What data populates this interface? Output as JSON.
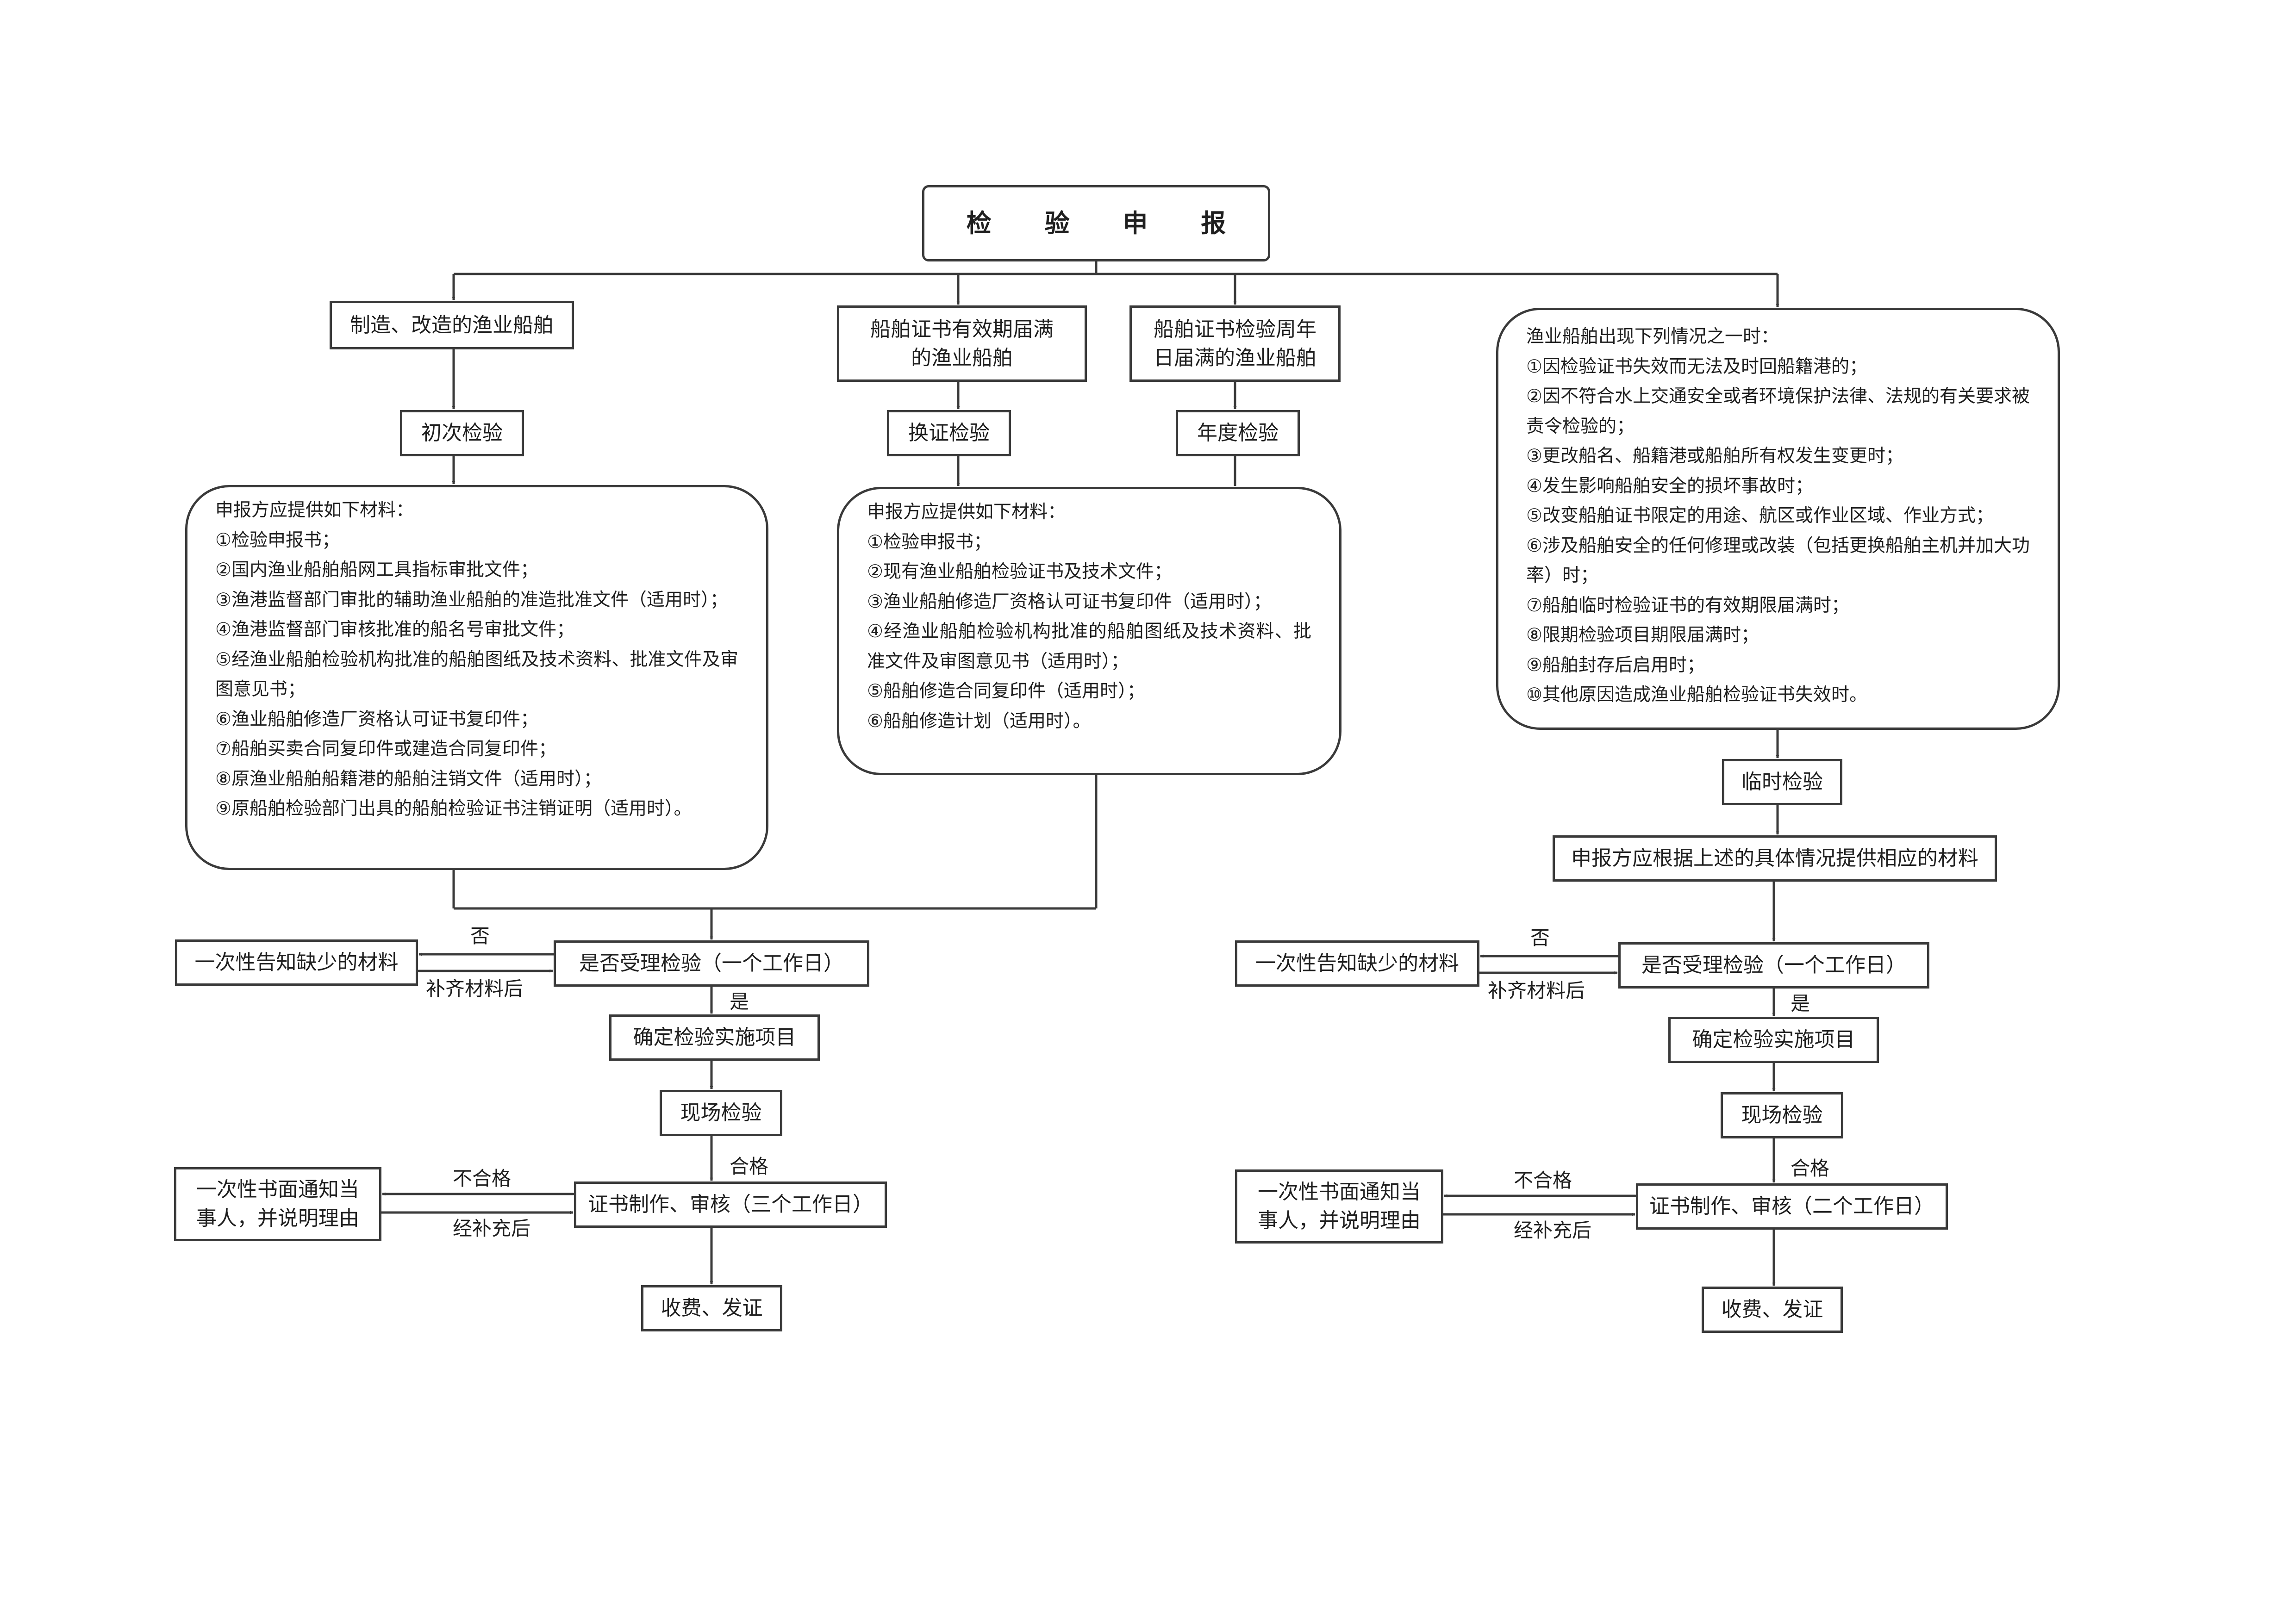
{
  "title": "检 验 申 报",
  "categories": {
    "new_build": "制造、改造的渔业船舶",
    "cert_expire_line1": "船舶证书有效期届满",
    "cert_expire_line2": "的渔业船舶",
    "annual_line1": "船舶证书检验周年",
    "annual_line2": "日届满的渔业船舶"
  },
  "inspection_types": {
    "initial": "初次检验",
    "renewal": "换证检验",
    "annual": "年度检验",
    "temporary": "临时检验"
  },
  "materials_initial": {
    "heading": "申报方应提供如下材料：",
    "items": [
      "①检验申报书；",
      "②国内渔业船舶船网工具指标审批文件；",
      "③渔港监督部门审批的辅助渔业船舶的准造批准文件（适用时）；",
      "④渔港监督部门审核批准的船名号审批文件；",
      "⑤经渔业船舶检验机构批准的船舶图纸及技术资料、批准文件及审图意见书；",
      "⑥渔业船舶修造厂资格认可证书复印件；",
      "⑦船舶买卖合同复印件或建造合同复印件；",
      "⑧原渔业船舶船籍港的船舶注销文件（适用时）；",
      "⑨原船舶检验部门出具的船舶检验证书注销证明（适用时）。"
    ]
  },
  "materials_renewal": {
    "heading": "申报方应提供如下材料：",
    "items": [
      "①检验申报书；",
      "②现有渔业船舶检验证书及技术文件；",
      "③渔业船舶修造厂资格认可证书复印件（适用时）；",
      "④经渔业船舶检验机构批准的船舶图纸及技术资料、批准文件及审图意见书（适用时）；",
      "⑤船舶修造合同复印件（适用时）；",
      "⑥船舶修造计划（适用时）。"
    ]
  },
  "temporary_conditions": {
    "heading": "渔业船舶出现下列情况之一时：",
    "items": [
      "①因检验证书失效而无法及时回船籍港的；",
      "②因不符合水上交通安全或者环境保护法律、法规的有关要求被责令检验的；",
      "③更改船名、船籍港或船舶所有权发生变更时；",
      "④发生影响船舶安全的损坏事故时；",
      "⑤改变船舶证书限定的用途、航区或作业区域、作业方式；",
      "⑥涉及船舶安全的任何修理或改装（包括更换船舶主机并加大功率）时；",
      "⑦船舶临时检验证书的有效期限届满时；",
      "⑧限期检验项目期限届满时；",
      "⑨船舶封存后启用时；",
      "⑩其他原因造成渔业船舶检验证书失效时。"
    ]
  },
  "temporary_materials": "申报方应根据上述的具体情况提供相应的材料",
  "left_flow": {
    "notify_missing": "一次性告知缺少的材料",
    "no_label": "否",
    "resubmit_label": "补齐材料后",
    "accept": "是否受理检验（一个工作日）",
    "yes_label": "是",
    "determine": "确定检验实施项目",
    "onsite": "现场检验",
    "pass_label": "合格",
    "fail_label": "不合格",
    "supplement_label": "经补充后",
    "notify_written_line1": "一次性书面通知当",
    "notify_written_line2": "事人，并说明理由",
    "certificate": "证书制作、审核（三个工作日）",
    "fee": "收费、发证"
  },
  "right_flow": {
    "notify_missing": "一次性告知缺少的材料",
    "no_label": "否",
    "resubmit_label": "补齐材料后",
    "accept": "是否受理检验（一个工作日）",
    "yes_label": "是",
    "determine": "确定检验实施项目",
    "onsite": "现场检验",
    "pass_label": "合格",
    "fail_label": "不合格",
    "supplement_label": "经补充后",
    "notify_written_line1": "一次性书面通知当",
    "notify_written_line2": "事人，并说明理由",
    "certificate": "证书制作、审核（二个工作日）",
    "fee": "收费、发证"
  }
}
